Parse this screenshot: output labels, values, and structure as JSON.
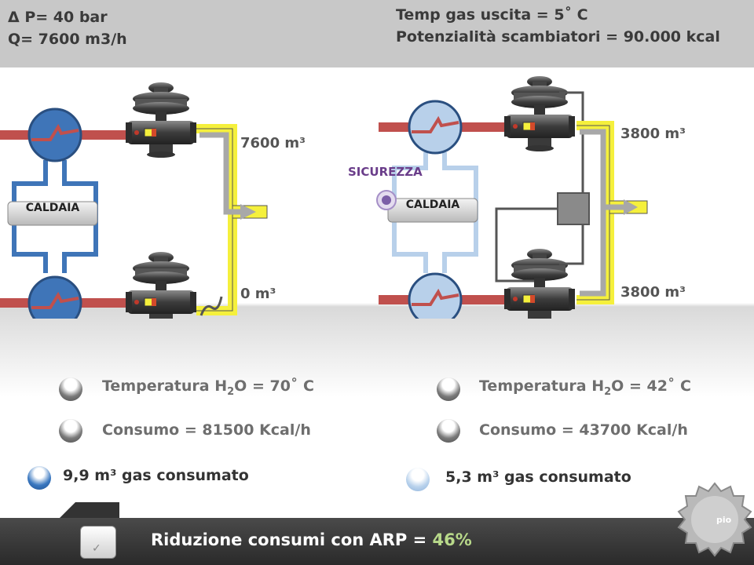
{
  "header": {
    "delta_p": "Δ P= 40 bar",
    "q": "Q= 7600 m3/h",
    "temp_gas": "Temp gas uscita =  5˚  C",
    "potenzialita": "Potenzialità scambiatori = 90.000 kcal"
  },
  "left": {
    "caldaia": "CALDAIA",
    "flow_top": "7600 m³",
    "flow_bottom": "0 m³",
    "temp_prefix": "Temperatura  H",
    "temp_sub": "2",
    "temp_suffix": "O = 70˚  C",
    "consumo": "Consumo = 81500 Kcal/h",
    "gas": "9,9 m³ gas consumato"
  },
  "right": {
    "caldaia": "CALDAIA",
    "sicurezza": "SICUREZZA",
    "flow_top": "3800 m³",
    "flow_bottom": "3800 m³",
    "temp_prefix": "Temperatura  H",
    "temp_sub": "2",
    "temp_suffix": "O = 42˚  C",
    "consumo": "Consumo = 43700 Kcal/h",
    "gas": "5,3 m³ gas consumato"
  },
  "footer": {
    "result_text": "Riduzione consumi con ARP = ",
    "result_pct": "46%",
    "seal_label": "pio"
  },
  "colors": {
    "pipe_red": "#c0504d",
    "gas_yellow": "#f5f03c",
    "water_blue_dark": "#3f75b8",
    "water_blue_light": "#b8d0ea",
    "accent_green": "#b8d98a",
    "sicurezza_purple": "#7b5ea7"
  }
}
